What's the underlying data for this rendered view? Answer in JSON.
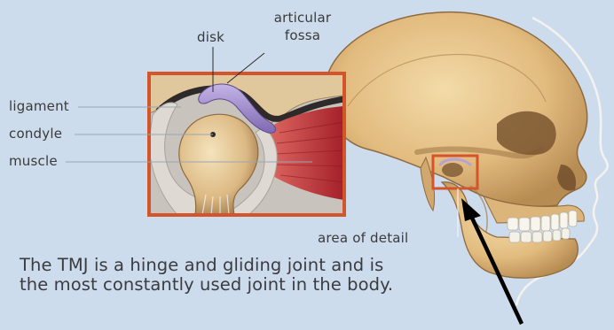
{
  "labels": {
    "articular_fossa": [
      "articular",
      "fossa"
    ],
    "disk": "disk",
    "ligament": "ligament",
    "condyle": "condyle",
    "muscle": "muscle",
    "area_of_detail": "area of detail"
  },
  "caption": [
    "The TMJ is a hinge and gliding joint and is",
    "the most constantly used joint in the body."
  ],
  "colors": {
    "background": "#cddced",
    "highlight_box": "#d4542b",
    "disk": "#9b86c9",
    "muscle": "#c6303a",
    "bone": "#e6c38a",
    "arrow": "#000000"
  },
  "icons": {
    "arrow": "pointer-arrow-icon"
  }
}
